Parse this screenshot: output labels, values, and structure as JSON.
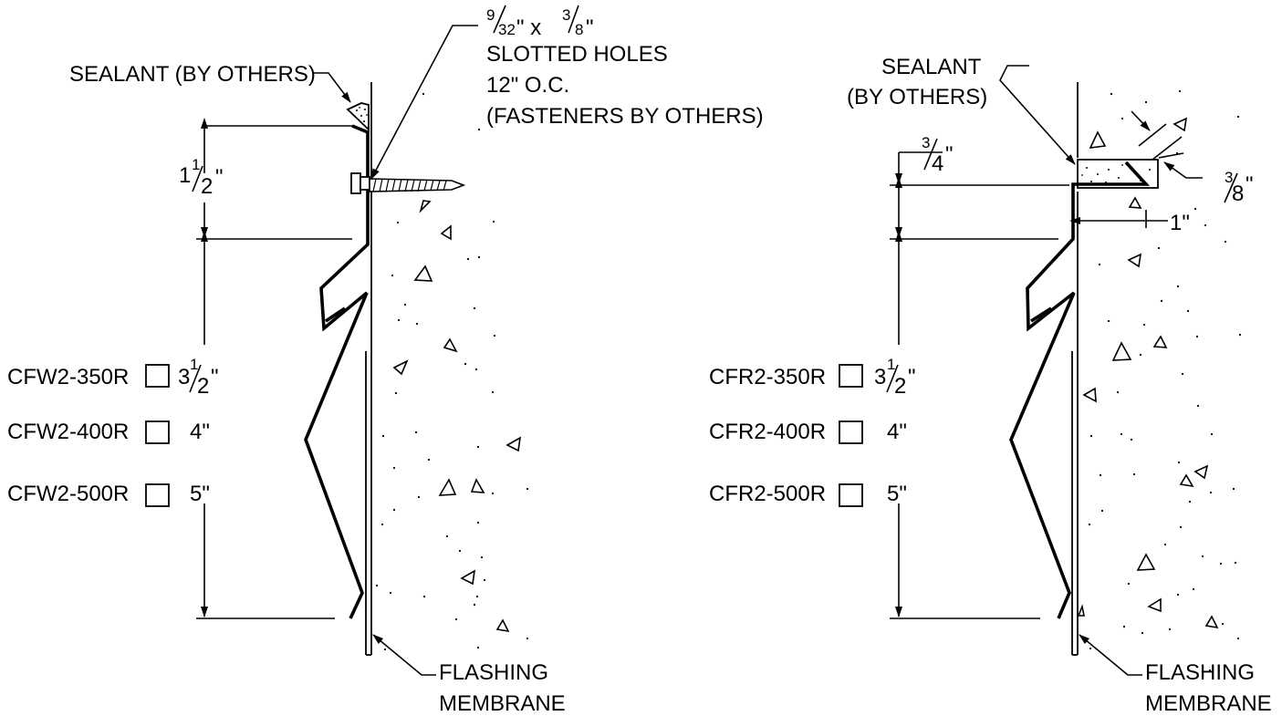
{
  "left_detail": {
    "sealant_label": "SEALANT (BY OTHERS)",
    "hole_size": {
      "a_num": "9",
      "a_den": "32",
      "mid": "\" x ",
      "b_num": "3",
      "b_den": "8",
      "end": "\""
    },
    "slot_lines": [
      "SLOTTED HOLES",
      "12\" O.C.",
      "(FASTENERS BY OTHERS)"
    ],
    "dim_top": {
      "whole": "1",
      "num": "1",
      "den": "2",
      "unit": "\""
    },
    "options": [
      {
        "model": "CFW2-350R",
        "whole": "3",
        "num": "1",
        "den": "2",
        "unit": "\""
      },
      {
        "model": "CFW2-400R",
        "text": "4\""
      },
      {
        "model": "CFW2-500R",
        "text": "5\""
      }
    ],
    "flashing": [
      "FLASHING",
      "MEMBRANE"
    ]
  },
  "right_detail": {
    "sealant_lines": [
      "SEALANT",
      "(BY OTHERS)"
    ],
    "dim_top": {
      "num": "3",
      "den": "4",
      "unit": "\""
    },
    "dim_sealant": {
      "num": "3",
      "den": "8",
      "unit": "\""
    },
    "dim_reveal": "1\"",
    "options": [
      {
        "model": "CFR2-350R",
        "whole": "3",
        "num": "1",
        "den": "2",
        "unit": "\""
      },
      {
        "model": "CFR2-400R",
        "text": "4\""
      },
      {
        "model": "CFR2-500R",
        "text": "5\""
      }
    ],
    "flashing": [
      "FLASHING",
      "MEMBRANE"
    ]
  }
}
